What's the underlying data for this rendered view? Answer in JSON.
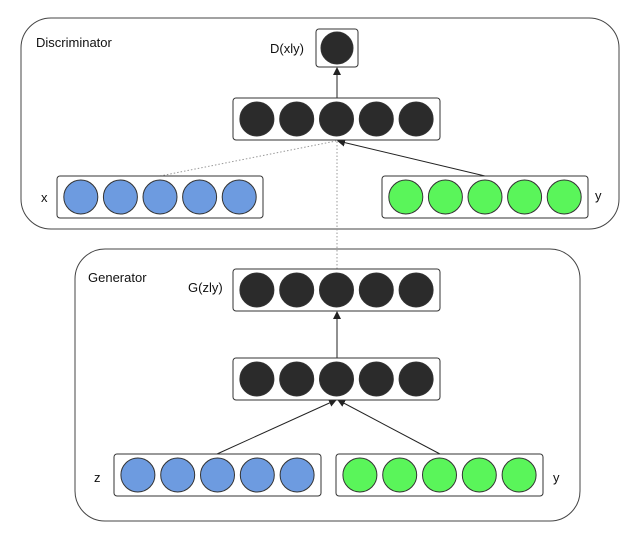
{
  "discriminator": {
    "title": "Discriminator",
    "output_label": "D(xly)",
    "input_x_label": "x",
    "input_y_label": "y"
  },
  "generator": {
    "title": "Generator",
    "output_label": "G(zly)",
    "input_z_label": "z",
    "input_y_label": "y"
  },
  "colors": {
    "dark_node": "#2b2b2b",
    "blue_node": "#6d9be0",
    "green_node": "#5af55a",
    "outline": "#333333",
    "line": "#222222",
    "dotted_line": "#999999"
  },
  "layers": {
    "disc_output_units": 1,
    "disc_hidden_units": 5,
    "disc_x_units": 5,
    "disc_y_units": 5,
    "gen_output_units": 5,
    "gen_hidden_units": 5,
    "gen_z_units": 5,
    "gen_y_units": 5
  }
}
